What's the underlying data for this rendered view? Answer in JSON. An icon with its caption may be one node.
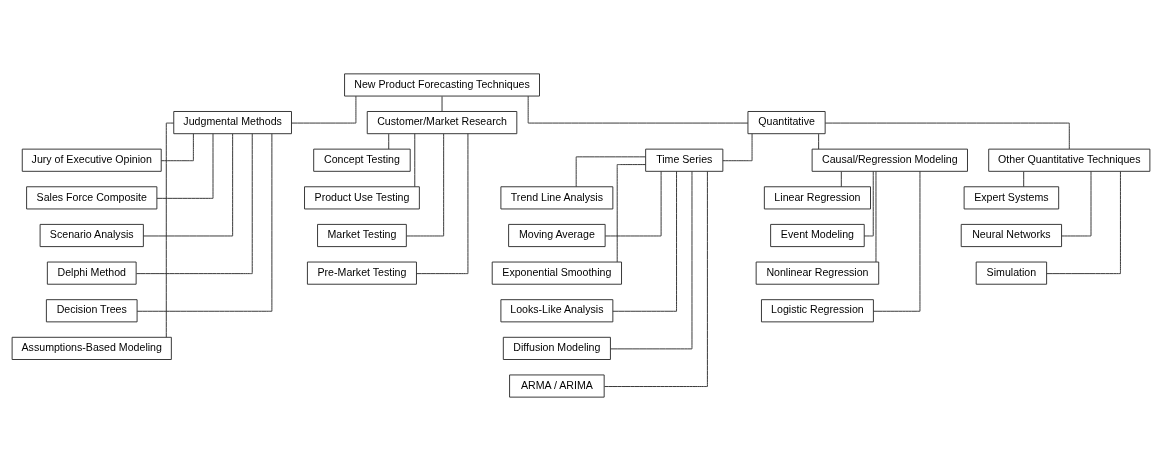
{
  "diagram": {
    "nodes": [
      {
        "text": [
          "New Product Forecasting Techniques"
        ]
      },
      {
        "text": [
          "Judgmental Methods"
        ]
      },
      {
        "text": [
          "Jury of Executive Opinion"
        ]
      },
      {
        "text": [
          "Sales Force Composite"
        ]
      },
      {
        "text": [
          "Scenario Analysis"
        ]
      },
      {
        "text": [
          "Delphi Method"
        ]
      },
      {
        "text": [
          "Decision Trees"
        ]
      },
      {
        "text": [
          "Assumptions-Based Modeling"
        ]
      },
      {
        "text": [
          "Customer/Market Research"
        ]
      },
      {
        "text": [
          "Concept Testing"
        ]
      },
      {
        "text": [
          "Product Use Testing"
        ]
      },
      {
        "text": [
          "Market Testing"
        ]
      },
      {
        "text": [
          "Pre-Market Testing"
        ]
      },
      {
        "text": [
          "Quantitative"
        ]
      },
      {
        "text": [
          "Time Series"
        ]
      },
      {
        "text": [
          "Trend Line Analysis"
        ]
      },
      {
        "text": [
          "Moving Average"
        ]
      },
      {
        "text": [
          "Exponential Smoothing"
        ]
      },
      {
        "text": [
          "Looks-Like Analysis"
        ]
      },
      {
        "text": [
          "Diffusion Modeling"
        ]
      },
      {
        "text": [
          "ARMA / ARIMA"
        ]
      },
      {
        "text": [
          "Causal/Regression Modeling"
        ]
      },
      {
        "text": [
          "Linear Regression"
        ]
      },
      {
        "text": [
          "Event Modeling"
        ]
      },
      {
        "text": [
          "Nonlinear Regression"
        ]
      },
      {
        "text": [
          "Logistic Regression"
        ]
      },
      {
        "text": [
          "Other Quantitative Techniques"
        ]
      },
      {
        "text": [
          "Expert Systems"
        ]
      },
      {
        "text": [
          "Neural Networks"
        ]
      },
      {
        "text": [
          "Simulation"
        ]
      }
    ],
    "edges": [
      {
        "from": 0,
        "to": 1,
        "arrow": "none"
      },
      {
        "from": 0,
        "to": 8,
        "arrow": "none"
      },
      {
        "from": 0,
        "to": 13,
        "arrow": "none"
      },
      {
        "from": 1,
        "to": 2,
        "arrow": "none"
      },
      {
        "from": 1,
        "to": 3,
        "arrow": "none"
      },
      {
        "from": 1,
        "to": 4,
        "arrow": "none"
      },
      {
        "from": 1,
        "to": 5,
        "arrow": "none"
      },
      {
        "from": 1,
        "to": 6,
        "arrow": "none"
      },
      {
        "from": 1,
        "to": 7,
        "arrow": "none"
      },
      {
        "from": 8,
        "to": 9,
        "arrow": "none"
      },
      {
        "from": 8,
        "to": 10,
        "arrow": "none"
      },
      {
        "from": 8,
        "to": 11,
        "arrow": "none"
      },
      {
        "from": 8,
        "to": 12,
        "arrow": "none"
      },
      {
        "from": 13,
        "to": 14,
        "arrow": "none"
      },
      {
        "from": 13,
        "to": 21,
        "arrow": "none"
      },
      {
        "from": 13,
        "to": 26,
        "arrow": "none"
      },
      {
        "from": 14,
        "to": 15,
        "arrow": "none"
      },
      {
        "from": 14,
        "to": 16,
        "arrow": "none"
      },
      {
        "from": 14,
        "to": 17,
        "arrow": "none"
      },
      {
        "from": 14,
        "to": 18,
        "arrow": "none"
      },
      {
        "from": 14,
        "to": 19,
        "arrow": "none"
      },
      {
        "from": 14,
        "to": 20,
        "arrow": "none"
      },
      {
        "from": 21,
        "to": 22,
        "arrow": "none"
      },
      {
        "from": 21,
        "to": 23,
        "arrow": "none"
      },
      {
        "from": 21,
        "to": 24,
        "arrow": "none"
      },
      {
        "from": 21,
        "to": 25,
        "arrow": "none"
      },
      {
        "from": 26,
        "to": 27,
        "arrow": "none"
      },
      {
        "from": 26,
        "to": 28,
        "arrow": "none"
      },
      {
        "from": 26,
        "to": 29,
        "arrow": "none"
      }
    ]
  }
}
